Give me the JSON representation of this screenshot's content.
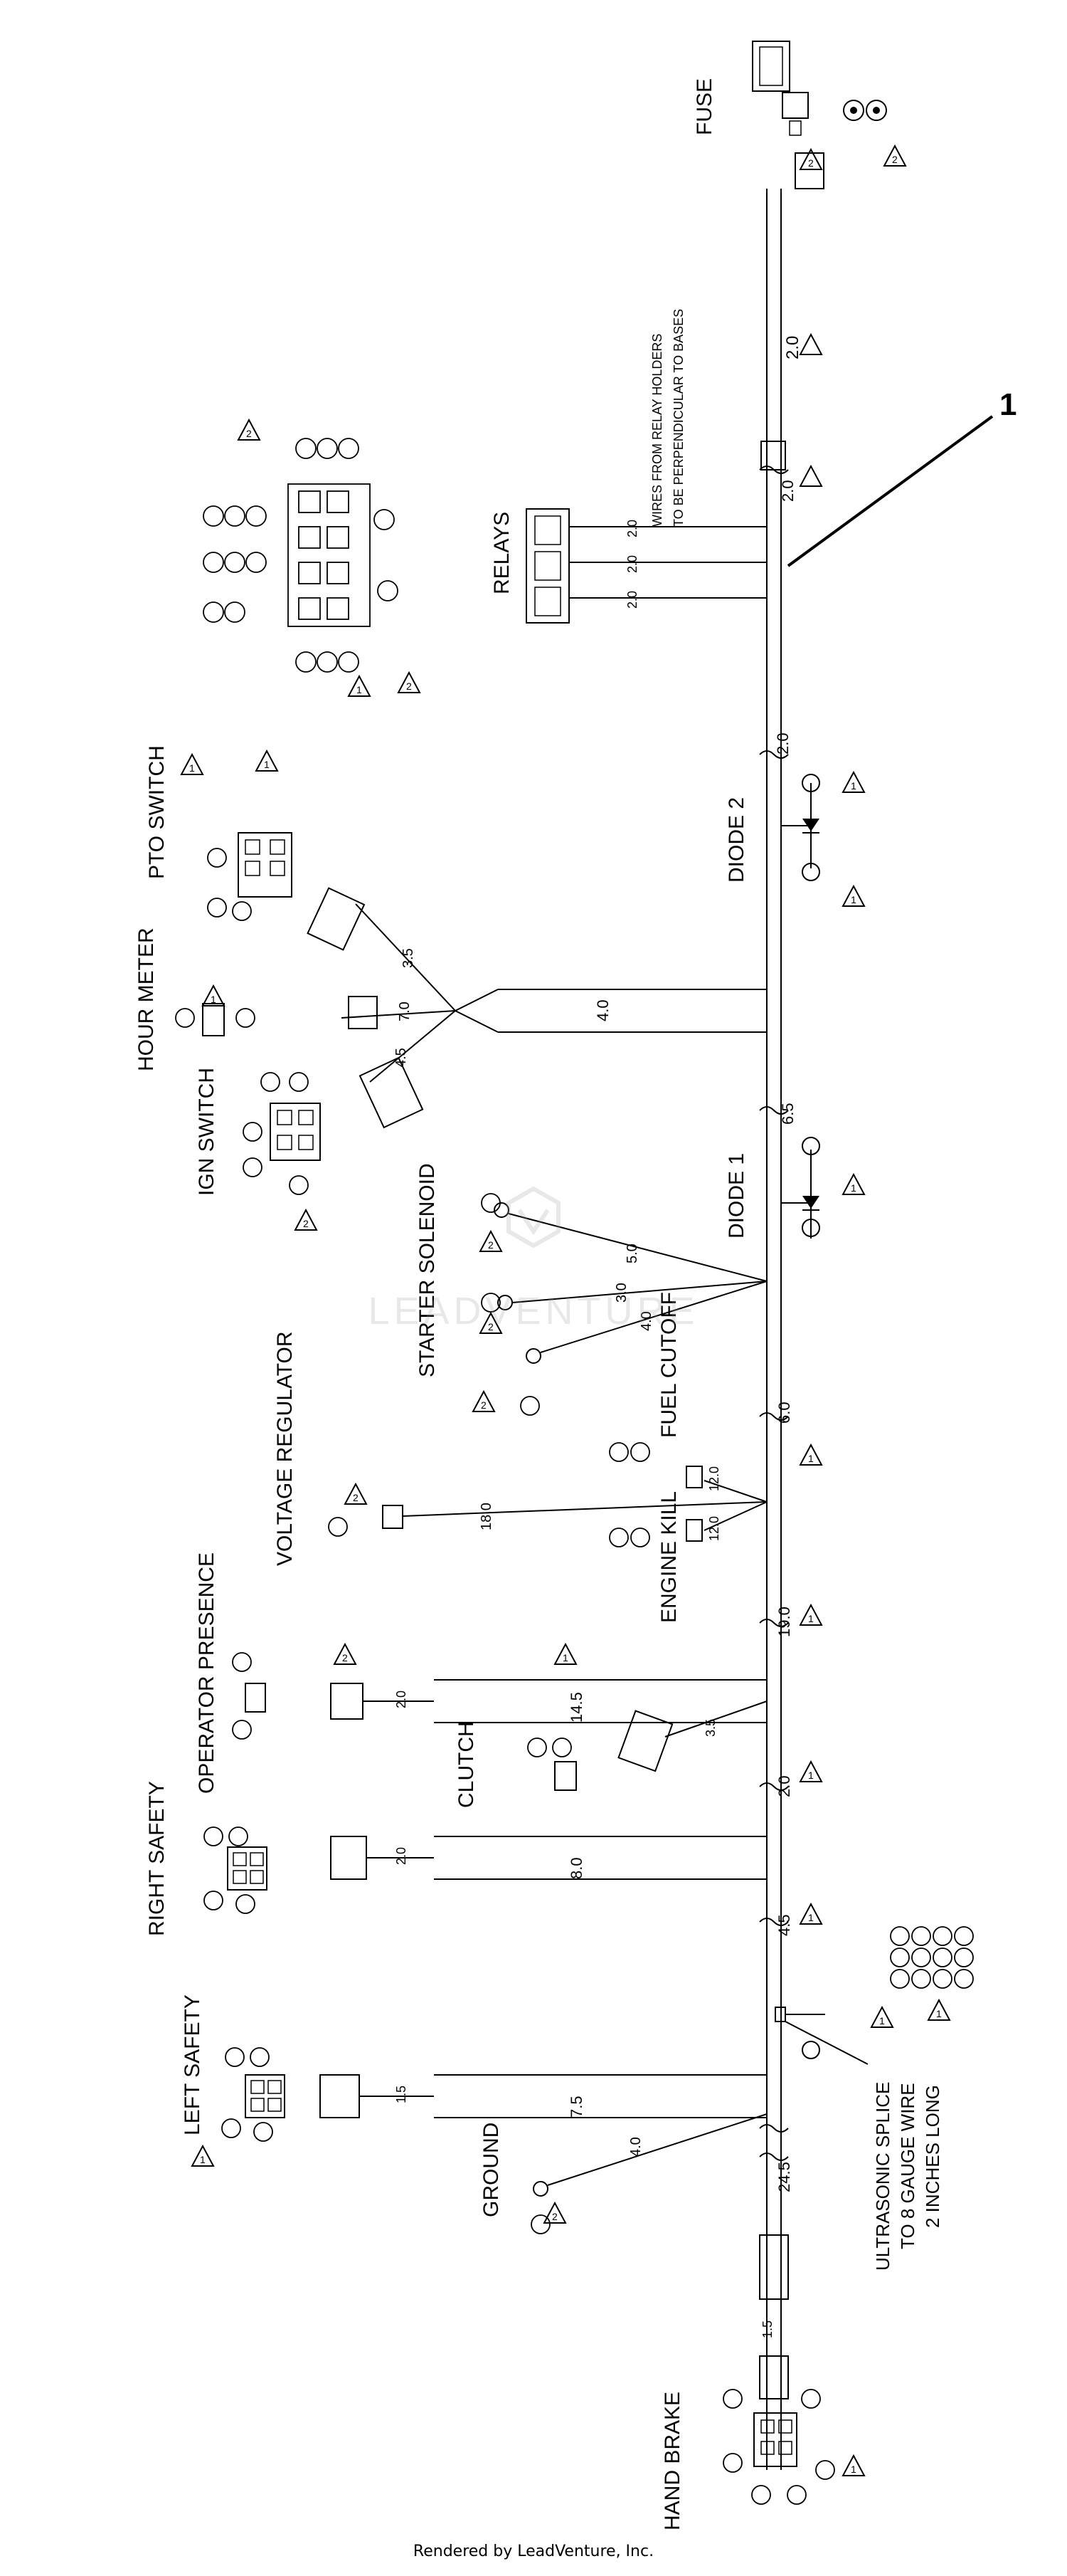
{
  "labels": {
    "fuse": "FUSE",
    "relays": "RELAYS",
    "relay_note_1": "WIRES FROM RELAY HOLDERS",
    "relay_note_2": "TO BE PERPENDICULAR TO BASES",
    "pto_switch": "PTO SWITCH",
    "hour_meter": "HOUR METER",
    "ign_switch": "IGN SWITCH",
    "starter_solenoid": "STARTER SOLENOID",
    "voltage_regulator": "VOLTAGE REGULATOR",
    "operator_presence": "OPERATOR PRESENCE",
    "fuel_cutoff": "FUEL CUTOFF",
    "engine_kill": "ENGINE KILL",
    "clutch": "CLUTCH",
    "right_safety": "RIGHT SAFETY",
    "left_safety": "LEFT SAFETY",
    "ground": "GROUND",
    "splice_1": "ULTRASONIC SPLICE",
    "splice_2": "TO 8 GAUGE WIRE",
    "splice_3": "2 INCHES LONG",
    "hand_brake": "HAND BRAKE",
    "diode_1": "DIODE 1",
    "diode_2": "DIODE 2",
    "callout": "1"
  },
  "dimensions": {
    "d_2_0_top": "2.0",
    "d_2_0_relay": "2.0",
    "d_2_0_mid": "2.0",
    "relay_a": "2.0",
    "relay_b": "2.0",
    "relay_c": "2.0",
    "d_4_0_cable": "4.0",
    "d_7_0": "7.0",
    "d_3_5": "3.5",
    "d_4_5": "4.5",
    "d_6_5": "6.5",
    "d_5_0": "5.0",
    "d_3_0": "3.0",
    "d_4_0_sol": "4.0",
    "d_6_0": "6.0",
    "d_18_0": "18.0",
    "d_12_0a": "12.0",
    "d_12_0b": "12.0",
    "d_19_0": "19.0",
    "d_14_5": "14.5",
    "d_3_5_clutch": "3.5",
    "d_2_0_clutch": "2.0",
    "d_2_0_op": "2.0",
    "d_8_0": "8.0",
    "d_2_0_right": "2.0",
    "d_4_5_trunk": "4.5",
    "d_1_5_left": "1.5",
    "d_7_5": "7.5",
    "d_4_0_ground": "4.0",
    "d_24_5": "24.5",
    "d_1_5_brake": "1.5"
  },
  "notes": {
    "warning_1": "1",
    "warning_2": "2"
  },
  "footer": "Rendered by LeadVenture, Inc.",
  "watermark": "LEADVENTURE"
}
